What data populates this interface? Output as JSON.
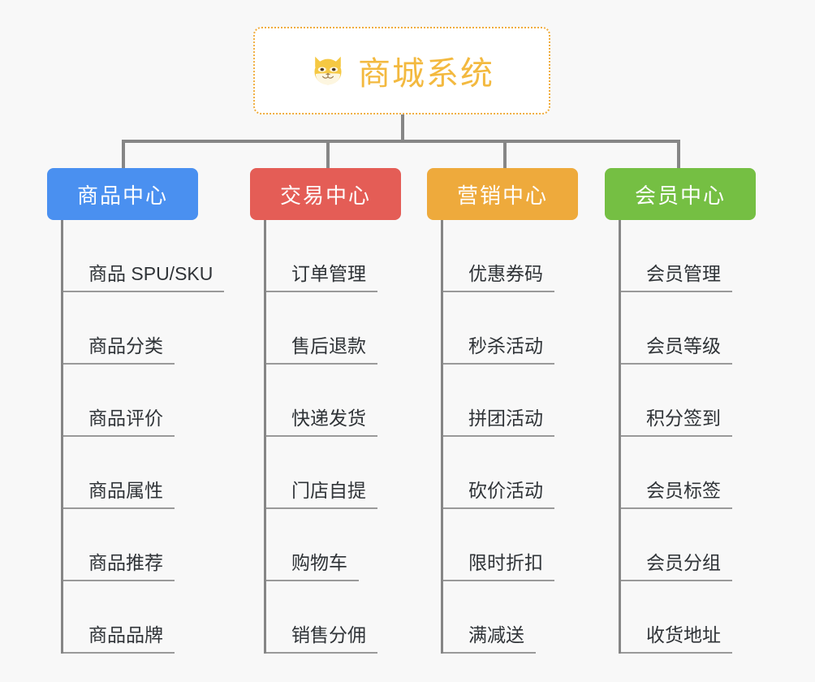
{
  "root": {
    "title": "商城系统",
    "icon": "dog-face-icon",
    "border_color": "#f0ad3e",
    "title_color": "#f3b93f",
    "background": "#ffffff"
  },
  "canvas": {
    "background": "#f8f8f8",
    "connector_color": "#868686"
  },
  "branches": [
    {
      "label": "商品中心",
      "color": "#4a90f0",
      "items": [
        "商品 SPU/SKU",
        "商品分类",
        "商品评价",
        "商品属性",
        "商品推荐",
        "商品品牌"
      ]
    },
    {
      "label": "交易中心",
      "color": "#e45d56",
      "items": [
        "订单管理",
        "售后退款",
        "快递发货",
        "门店自提",
        "购物车",
        "销售分佣"
      ]
    },
    {
      "label": "营销中心",
      "color": "#eeaa3c",
      "items": [
        "优惠券码",
        "秒杀活动",
        "拼团活动",
        "砍价活动",
        "限时折扣",
        "满减送"
      ]
    },
    {
      "label": "会员中心",
      "color": "#75bf43",
      "items": [
        "会员管理",
        "会员等级",
        "积分签到",
        "会员标签",
        "会员分组",
        "收货地址"
      ]
    }
  ]
}
